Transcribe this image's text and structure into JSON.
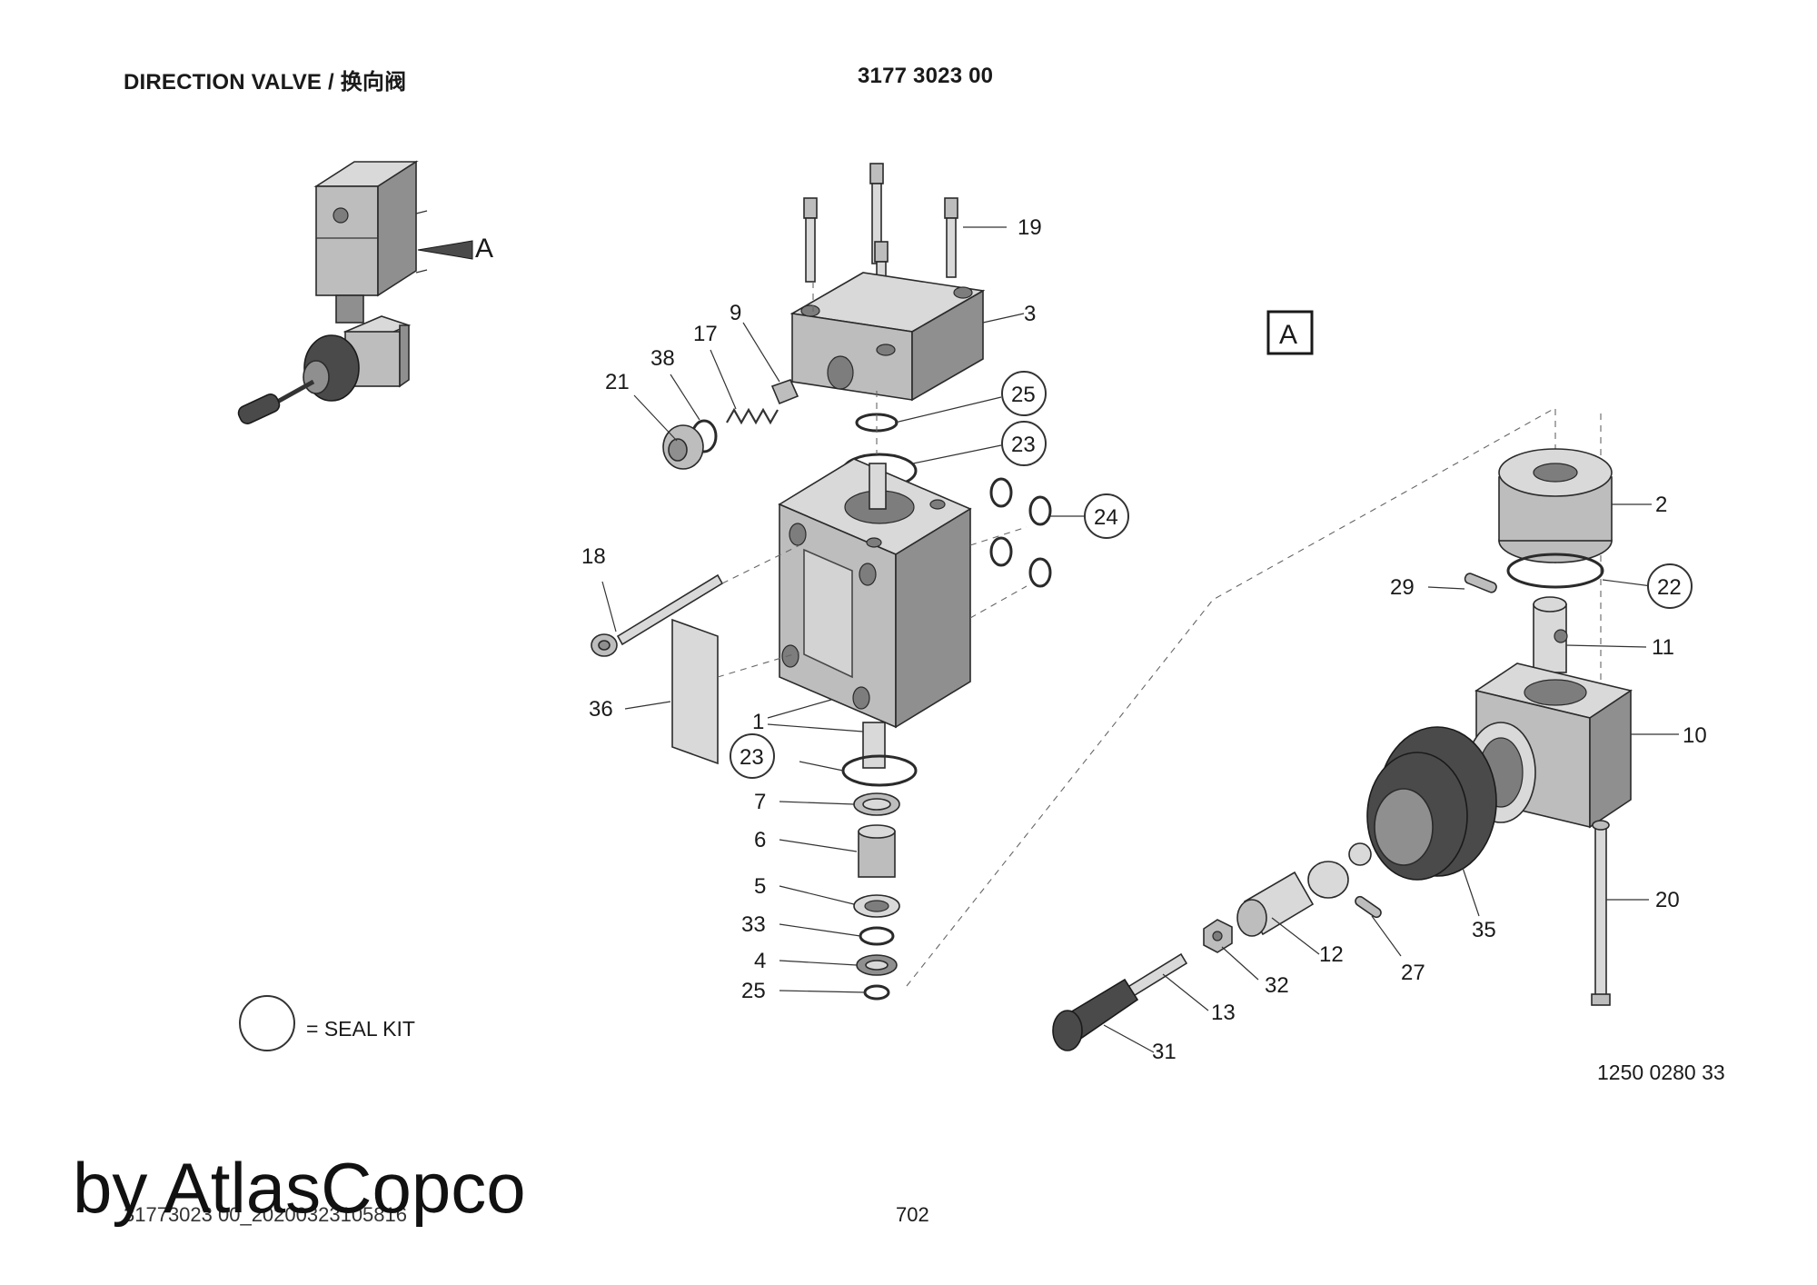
{
  "header": {
    "title": "DIRECTION VALVE / 换向阀",
    "part_number": "3177 3023 00"
  },
  "view_marker": {
    "arrow_label": "A",
    "box_label": "A"
  },
  "callouts": {
    "c19": "19",
    "c3": "3",
    "c9": "9",
    "c17": "17",
    "c38": "38",
    "c21": "21",
    "c25a": "25",
    "c23a": "23",
    "c24": "24",
    "c18": "18",
    "c36": "36",
    "c1": "1",
    "c23b": "23",
    "c7": "7",
    "c6": "6",
    "c5": "5",
    "c33": "33",
    "c4": "4",
    "c25b": "25",
    "c2": "2",
    "c22": "22",
    "c29": "29",
    "c11": "11",
    "c10": "10",
    "c20": "20",
    "c35": "35",
    "c27": "27",
    "c12": "12",
    "c32": "32",
    "c13": "13",
    "c31": "31"
  },
  "legend": {
    "seal_kit": "= SEAL KIT"
  },
  "footer": {
    "drawing_number": "1250 0280 33",
    "file_reference": "31773023 00_20200323105816",
    "page_number": "702"
  },
  "watermark": "by AtlasCopco",
  "colors": {
    "line": "#2a2a2a",
    "part_light": "#d9d9d9",
    "part_dark": "#8f8f8f",
    "rubber": "#4a4a4a"
  }
}
